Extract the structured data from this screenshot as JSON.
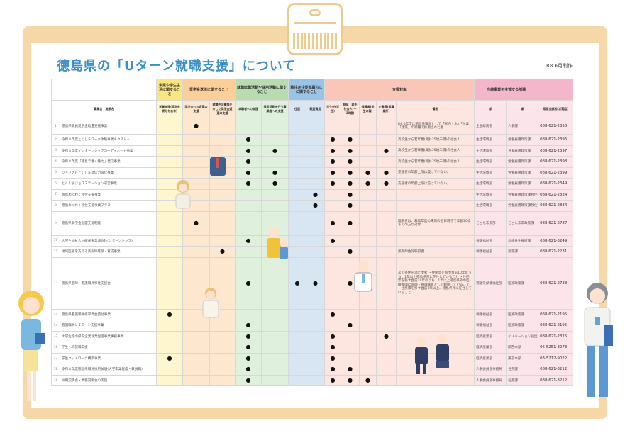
{
  "title": "徳島県の「Uターン就職支援」について",
  "date": "R8.6月制作",
  "groups": {
    "g1": "学業や学生生活に関すること",
    "g2": "奨学金返済に関すること",
    "g3": "就職転職活動や採用活動に関すること",
    "g4": "移住定住促進暮らしに関すること",
    "g5": "支援対象",
    "g6": "当該事業を主管する部署"
  },
  "subheads": {
    "name": "事業名 / 施策名",
    "s1": "学業支援(奨学金貸与を含む)",
    "s2": "奨学金への返還の支援",
    "s3": "就職先企業等を介した奨学金返還の支援",
    "s4": "本職者への支援",
    "s5": "採用活動を行う事業者への支援",
    "s6": "住居",
    "s7": "転居費用",
    "s8": "学生(在学生)",
    "s9": "既卒・若手社会人(〜29歳)",
    "s10": "保護者(学生の親)",
    "s11": "企業等(県事業所)",
    "s12": "備考",
    "s13": "部",
    "s14": "課",
    "s15": "県担当課窓口(電話)"
  },
  "rows": [
    {
      "no": "1",
      "name": "徳島県職員奨学金返還支援事業",
      "d": [
        0,
        1,
        0,
        0,
        0,
        0,
        0,
        0,
        0,
        0,
        0
      ],
      "note": "R8.6年度に徳島県職員として「総合土木」「林業」「建築」の職種で採用された者",
      "dept": "企画総務部",
      "sec": "人事課",
      "tel": "088-621-2358"
    },
    {
      "no": "2",
      "name": "令和８年度とくしまワーク体験事業ネクスト＋",
      "d": [
        0,
        0,
        0,
        1,
        0,
        0,
        0,
        1,
        1,
        0,
        0
      ],
      "note": "高校生から若年層(概ね35歳未満)の社会人",
      "dept": "生活環境部",
      "sec": "労働雇用政策課",
      "tel": "088-621-2396"
    },
    {
      "no": "3",
      "name": "令和８年度インターンシップコーディネート事業",
      "d": [
        0,
        0,
        0,
        1,
        1,
        0,
        0,
        1,
        1,
        0,
        1
      ],
      "note": "高校生から若年層(概ね35歳未満)の社会人",
      "dept": "生活環境部",
      "sec": "労働雇用政策課",
      "tel": "088-621-2397"
    },
    {
      "no": "4",
      "name": "令和８年度「徳島で働く魅力」発信事業",
      "d": [
        0,
        0,
        0,
        1,
        0,
        0,
        0,
        1,
        1,
        0,
        0
      ],
      "note": "高校生から若年層(概ね35歳未満)の社会人",
      "dept": "生活環境部",
      "sec": "労働雇用政策課",
      "tel": "088-621-2398"
    },
    {
      "no": "5",
      "name": "ジョブナビとくしま発信力強化事業",
      "d": [
        0,
        0,
        0,
        1,
        1,
        0,
        0,
        1,
        1,
        1,
        1
      ],
      "note": "支援者の年齢上限は設けていない。",
      "dept": "生活環境部",
      "sec": "労働雇用政策課",
      "tel": "088-621-2399"
    },
    {
      "no": "6",
      "name": "とくしまジョブステーション運営事業",
      "d": [
        0,
        0,
        0,
        1,
        1,
        0,
        0,
        1,
        1,
        1,
        1
      ],
      "note": "支援者の年齢上限は設けていない。",
      "dept": "生活環境部",
      "sec": "労働雇用政策課",
      "tel": "088-621-2349"
    },
    {
      "no": "7",
      "name": "徳島わくわく移住支援事業",
      "d": [
        0,
        0,
        0,
        0,
        0,
        0,
        1,
        0,
        1,
        0,
        0
      ],
      "note": "",
      "dept": "生活環境部",
      "sec": "労働雇用政策課移住交流室",
      "tel": "088-621-2834"
    },
    {
      "no": "8",
      "name": "徳島わくわく移住支援事業プラス",
      "d": [
        0,
        0,
        0,
        0,
        0,
        0,
        1,
        0,
        1,
        0,
        0
      ],
      "note": "",
      "dept": "生活環境部",
      "sec": "労働雇用政策課移住交流室",
      "tel": "088-621-2834"
    },
    {
      "no": "9",
      "name": "徳島県奨学金返還支援制度",
      "d": [
        0,
        1,
        0,
        0,
        0,
        0,
        0,
        1,
        1,
        0,
        0
      ],
      "note": "理事者は、募集年度の末日の翌日時点で年齢30歳までの方が対象",
      "dept": "こども未来部",
      "sec": "こども未来政策課",
      "tel": "088-621-2787"
    },
    {
      "no": "10",
      "name": "大学生福祉人材確保事業(職場インターンシップ)",
      "d": [
        0,
        0,
        0,
        1,
        0,
        0,
        0,
        1,
        0,
        0,
        0
      ],
      "note": "",
      "dept": "保健福祉部",
      "sec": "地域共生推進課",
      "tel": "088-621-3249"
    },
    {
      "no": "11",
      "name": "地域医療を支える薬剤師確保・育成事業",
      "d": [
        0,
        0,
        1,
        0,
        0,
        0,
        0,
        0,
        1,
        0,
        0
      ],
      "note": "薬剤師免許取得者",
      "dept": "保健福祉部",
      "sec": "薬務課",
      "tel": "088-621-2231"
    },
    {
      "no": "12",
      "name": "徳島県医師・看護職員移住支援金",
      "d": [
        0,
        0,
        0,
        1,
        0,
        1,
        1,
        0,
        1,
        0,
        0
      ],
      "note": "次の条件を満たす者 ・住民票を移す直前10年のうち、1年以上徳島県外に在住していること ・住民票を移す直前10年のうち、1年以上徳島県外の医療機関に医師・看護職員として勤務していること ・住民票を移す直前1年以上、徳島県外に在住していること",
      "dept": "徳島県保健福祉部",
      "sec": "医療政策課",
      "tel": "088-621-2738"
    },
    {
      "no": "13",
      "name": "徳島県看護職員修学資金貸付事業",
      "d": [
        1,
        0,
        0,
        0,
        0,
        0,
        0,
        1,
        0,
        0,
        0
      ],
      "note": "",
      "dept": "保健福祉部",
      "sec": "医療政策課",
      "tel": "088-621-2195"
    },
    {
      "no": "14",
      "name": "看護職員ＵＩターン支援事業",
      "d": [
        0,
        0,
        0,
        1,
        0,
        0,
        0,
        0,
        1,
        0,
        0
      ],
      "note": "",
      "dept": "保健福祉部",
      "sec": "医療政策課",
      "tel": "088-621-2195"
    },
    {
      "no": "15",
      "name": "大学生等の県内企業就業促進事業事務事業",
      "d": [
        0,
        0,
        0,
        1,
        0,
        0,
        0,
        1,
        0,
        0,
        1
      ],
      "note": "",
      "dept": "経済産業部",
      "sec": "イノベーション創出課",
      "tel": "088-621-2325"
    },
    {
      "no": "16",
      "name": "学生への就職支援",
      "d": [
        0,
        0,
        0,
        1,
        0,
        0,
        0,
        1,
        0,
        0,
        0
      ],
      "note": "",
      "dept": "経済産業部",
      "sec": "関西本部",
      "tel": "06-5251-3273"
    },
    {
      "no": "17",
      "name": "学生ネットワーク構築事業",
      "d": [
        1,
        0,
        0,
        1,
        0,
        0,
        0,
        1,
        0,
        0,
        0
      ],
      "note": "",
      "dept": "経済産業部",
      "sec": "東京本部",
      "tel": "03-5212-9022"
    },
    {
      "no": "18",
      "name": "令和８年度徳島県職員採用試験(大学卒業程度・教員職)",
      "d": [
        0,
        0,
        0,
        1,
        0,
        0,
        0,
        1,
        1,
        0,
        0
      ],
      "note": "",
      "dept": "人事委員会事務局",
      "sec": "任用課",
      "tel": "088-621-3212"
    },
    {
      "no": "19",
      "name": "採用説明会・業務説明会の実施",
      "d": [
        0,
        0,
        0,
        1,
        0,
        0,
        0,
        1,
        1,
        1,
        0
      ],
      "note": "",
      "dept": "人事委員会事務局",
      "sec": "任用課",
      "tel": "088-621-3212"
    }
  ],
  "dot_char": "●"
}
